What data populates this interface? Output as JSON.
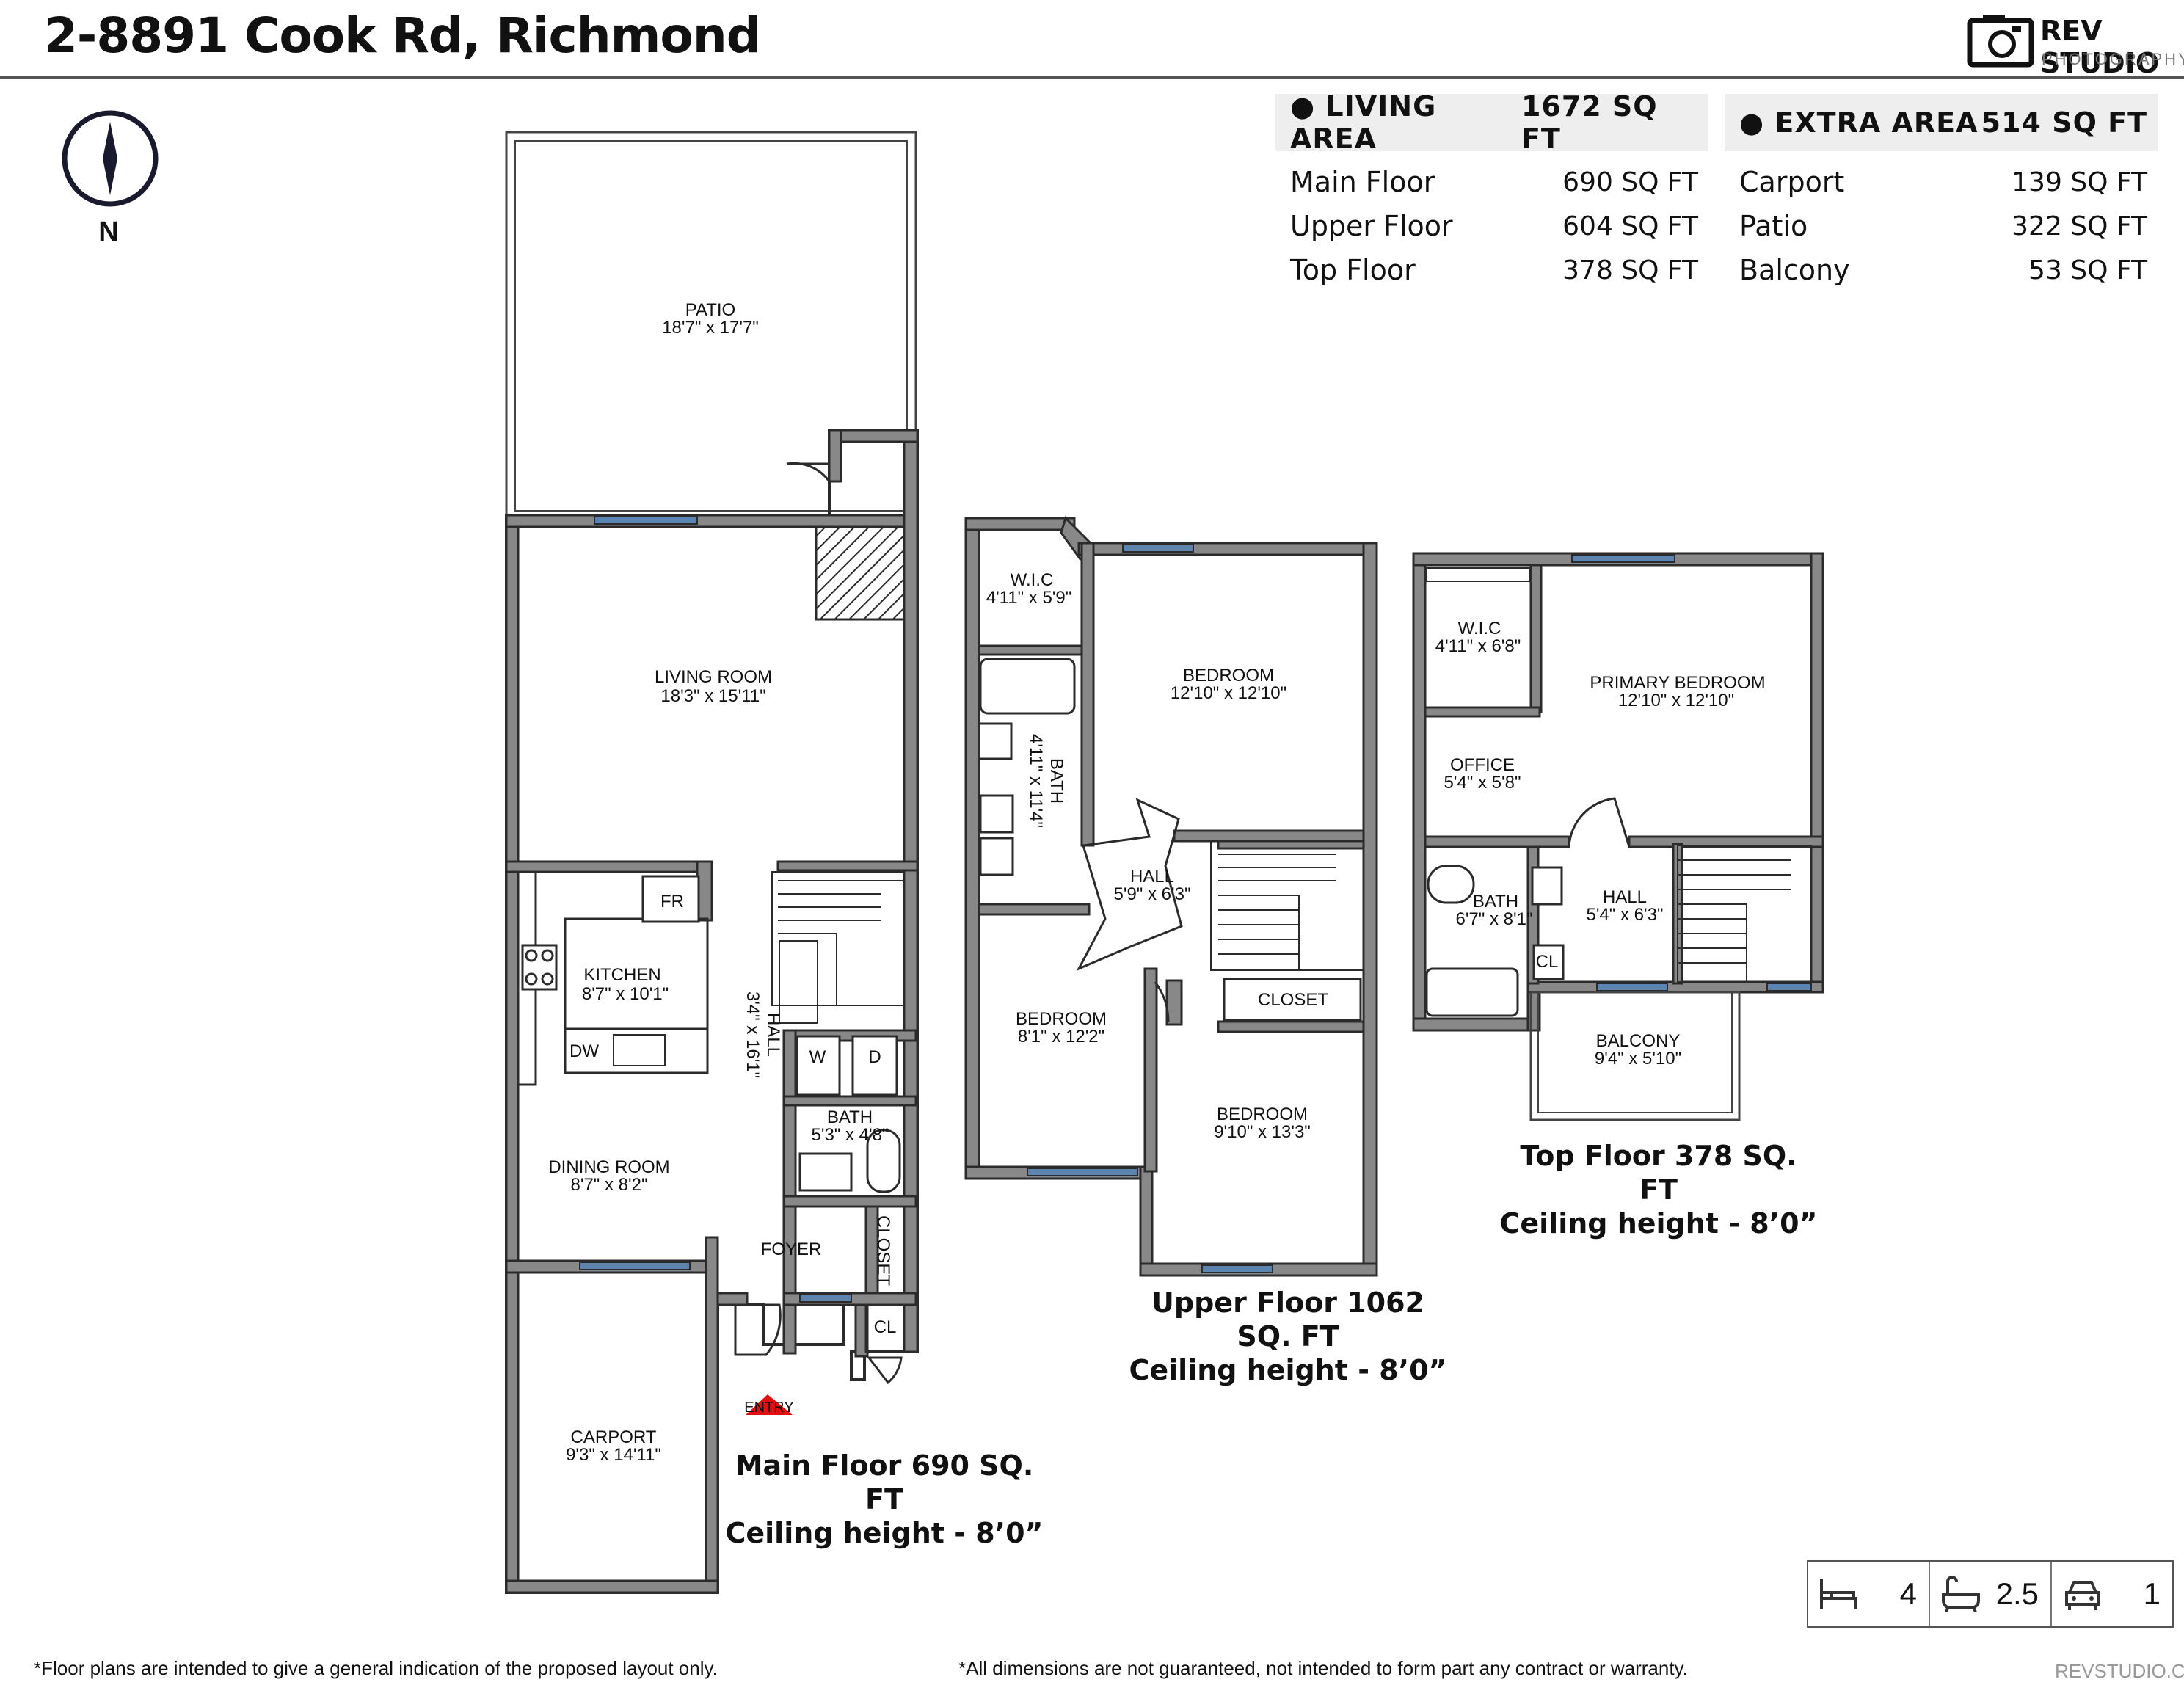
{
  "title": "2-8891 Cook Rd, Richmond",
  "brand": {
    "name": "REV STUDIO",
    "sub": "PHOTOGRAPHY"
  },
  "compass": {
    "label": "N"
  },
  "living_area": {
    "label": "LIVING AREA",
    "total": "1672 SQ FT",
    "rows": [
      {
        "name": "Main Floor",
        "value": "690 SQ FT"
      },
      {
        "name": "Upper Floor",
        "value": "604 SQ FT"
      },
      {
        "name": "Top Floor",
        "value": "378 SQ FT"
      }
    ]
  },
  "extra_area": {
    "label": "EXTRA AREA",
    "total": "514 SQ FT",
    "rows": [
      {
        "name": "Carport",
        "value": "139 SQ FT"
      },
      {
        "name": "Patio",
        "value": "322 SQ FT"
      },
      {
        "name": "Balcony",
        "value": "53 SQ FT"
      }
    ]
  },
  "rooms": {
    "patio": {
      "name": "PATIO",
      "dim": "18'7\" x 17'7\""
    },
    "living": {
      "name": "LIVING ROOM",
      "dim": "18'3\" x 15'11\""
    },
    "fr": {
      "name": "FR"
    },
    "kitchen": {
      "name": "KITCHEN",
      "dim": "8'7\" x 10'1\""
    },
    "dw": {
      "name": "DW"
    },
    "main_hall": {
      "name": "HALL",
      "dim": "3'4\" x 16'1\""
    },
    "washer": {
      "name": "W"
    },
    "dryer": {
      "name": "D"
    },
    "main_bath": {
      "name": "BATH",
      "dim": "5'3\" x 4'8\""
    },
    "dining": {
      "name": "DINING ROOM",
      "dim": "8'7\" x 8'2\""
    },
    "foyer": {
      "name": "FOYER"
    },
    "main_closet": {
      "name": "CLOSET"
    },
    "main_cl": {
      "name": "CL"
    },
    "entry": {
      "name": "ENTRY"
    },
    "carport": {
      "name": "CARPORT",
      "dim": "9'3\" x 14'11\""
    },
    "up_wic": {
      "name": "W.I.C",
      "dim": "4'11\" x 5'9\""
    },
    "up_bedroom1": {
      "name": "BEDROOM",
      "dim": "12'10\" x 12'10\""
    },
    "up_bath": {
      "name": "BATH",
      "dim": "4'11\" x 11'4\""
    },
    "up_hall": {
      "name": "HALL",
      "dim": "5'9\" x 6'3\""
    },
    "up_bedroom2": {
      "name": "BEDROOM",
      "dim": "8'1\" x 12'2\""
    },
    "up_closet": {
      "name": "CLOSET"
    },
    "up_bedroom3": {
      "name": "BEDROOM",
      "dim": "9'10\" x 13'3\""
    },
    "top_wic": {
      "name": "W.I.C",
      "dim": "4'11\" x 6'8\""
    },
    "top_primary": {
      "name": "PRIMARY BEDROOM",
      "dim": "12'10\" x 12'10\""
    },
    "top_office": {
      "name": "OFFICE",
      "dim": "5'4\" x 5'8\""
    },
    "top_bath": {
      "name": "BATH",
      "dim": "6'7\" x 8'1\""
    },
    "top_hall": {
      "name": "HALL",
      "dim": "5'4\" x 6'3\""
    },
    "top_cl": {
      "name": "CL"
    },
    "balcony": {
      "name": "BALCONY",
      "dim": "9'4\" x 5'10\""
    }
  },
  "floor_labels": {
    "main": [
      "Main Floor 690 SQ. FT",
      "Ceiling height - 8’0”"
    ],
    "upper": [
      "Upper Floor 1062 SQ. FT",
      "Ceiling height - 8’0”"
    ],
    "top": [
      "Top Floor 378 SQ. FT",
      "Ceiling height - 8’0”"
    ]
  },
  "features": {
    "bedrooms": "4",
    "bathrooms": "2.5",
    "parking": "1"
  },
  "footer": {
    "left": "*Floor plans are intended to give a general indication of the proposed layout only.",
    "right": "*All dimensions are not guaranteed, not intended to form part any contract or warranty.",
    "site": "REVSTUDIO.CA"
  },
  "colors": {
    "wall": "#888888",
    "wall_stroke": "#2b2b2b",
    "window": "#5b84b1",
    "entry_marker": "#e01010"
  }
}
